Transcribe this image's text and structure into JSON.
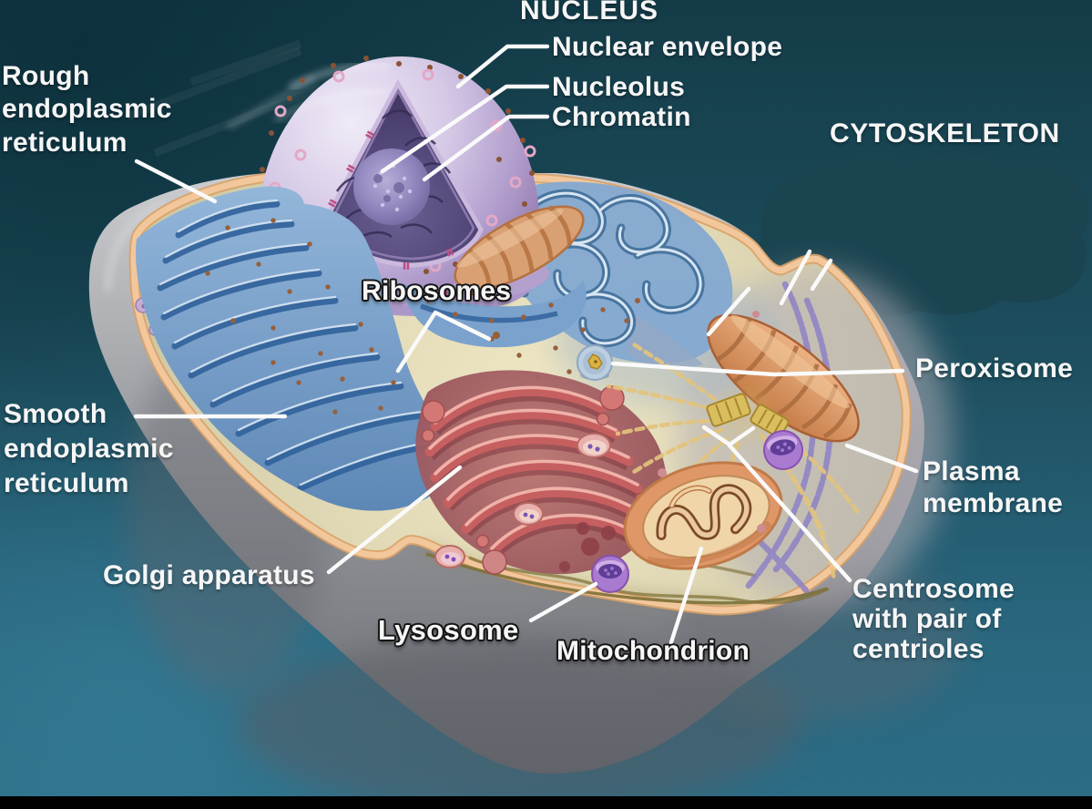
{
  "title": "Animal cell anatomy diagram",
  "labels": {
    "nucleus": "NUCLEUS",
    "nuclear_envelope": "Nuclear envelope",
    "nucleolus": "Nucleolus",
    "chromatin": "Chromatin",
    "cytoskeleton": "CYTOSKELETON",
    "rough_er": "Rough\nendoplasmic\nreticulum",
    "ribosomes": "Ribosomes",
    "peroxisome": "Peroxisome",
    "smooth_er": "Smooth\nendoplasmic\nreticulum",
    "plasma_membrane": "Plasma\nmembrane",
    "golgi": "Golgi apparatus",
    "lysosome": "Lysosome",
    "mitochondrion": "Mitochondrion",
    "centrosome": "Centrosome\nwith pair of\ncentrioles"
  },
  "colors": {
    "background_top": "#123b47",
    "background_bottom": "#2c6c85",
    "label_text": "#f6f6f6",
    "leader_line": "#fafafa",
    "membrane_peach": "#f3c79c",
    "cytoplasm_cream": "#e2dab6",
    "cell_gray": "#96989c",
    "nucleus_lavender": "#c6b7da",
    "nucleus_interior": "#473c66",
    "er_blue": "#7ea6cf",
    "golgi_red": "#c65f60",
    "mitochondrion_orange": "#dc9c6e",
    "lysosome_purple": "#a678cc",
    "peroxisome_core_yellow": "#d9b244",
    "centriole_yellow": "#d8bd5c",
    "cytoskeleton_filament_purple": "#8a7ec6",
    "bottom_bar_black": "#020202"
  }
}
